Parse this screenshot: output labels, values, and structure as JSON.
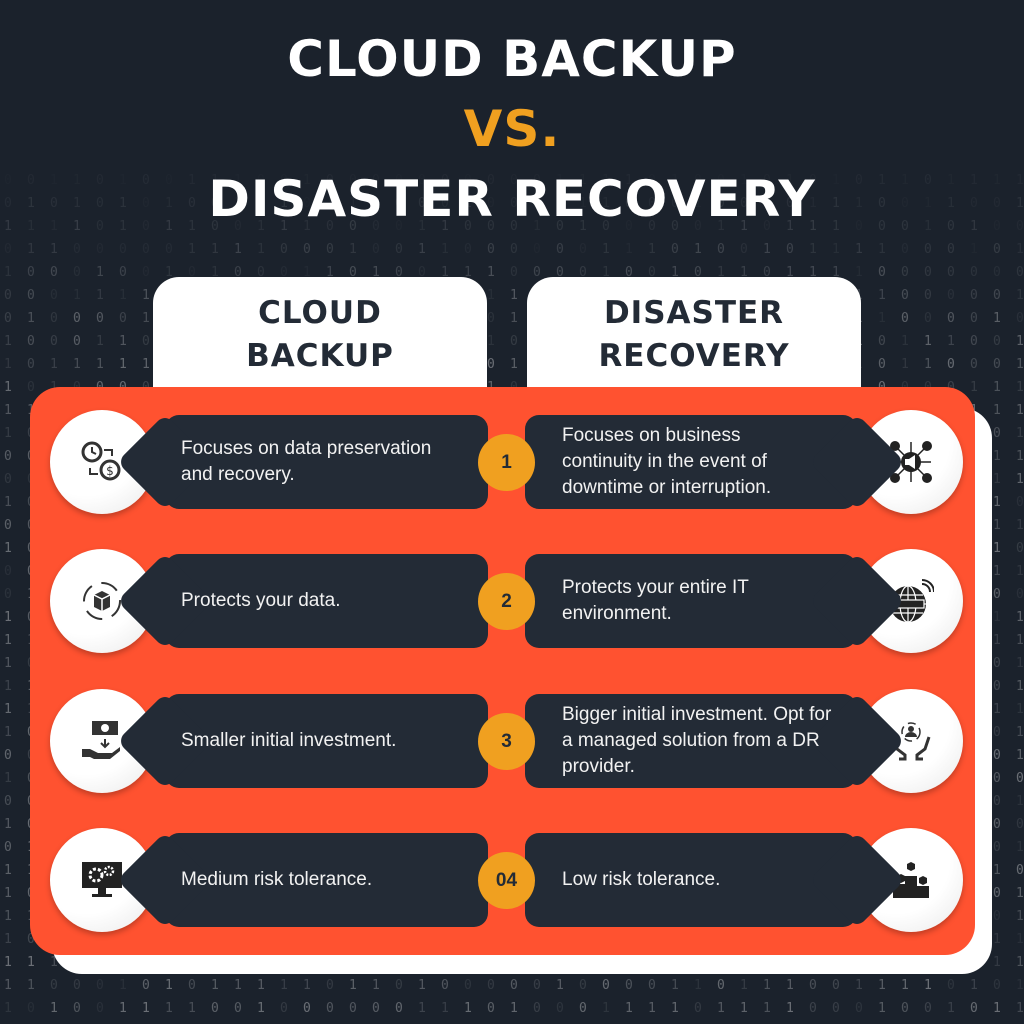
{
  "title": {
    "line1": "CLOUD BACKUP",
    "line2": "VS.",
    "line3": "DISASTER RECOVERY"
  },
  "colors": {
    "background": "#1b222c",
    "accent_orange": "#ff5230",
    "badge_gold": "#f0a020",
    "box_dark": "#232b36"
  },
  "columns": {
    "left": {
      "line1": "CLOUD",
      "line2": "BACKUP"
    },
    "right": {
      "line1": "DISASTER",
      "line2": "RECOVERY"
    }
  },
  "rows": [
    {
      "number": "1",
      "left": "Focuses on data preservation and recovery.",
      "right": "Focuses on business continuity in the event of downtime or interruption.",
      "left_icon": "time-money-exchange-icon",
      "right_icon": "marketing-network-icon"
    },
    {
      "number": "2",
      "left": "Protects your data.",
      "right": "Protects your entire IT environment.",
      "left_icon": "package-cycle-icon",
      "right_icon": "globe-search-icon"
    },
    {
      "number": "3",
      "left": "Smaller initial investment.",
      "right": "Bigger initial investment. Opt for a managed solution from a DR provider.",
      "left_icon": "cash-hand-icon",
      "right_icon": "hands-care-icon"
    },
    {
      "number": "04",
      "left": "Medium risk tolerance.",
      "right": "Low risk tolerance.",
      "left_icon": "monitor-gears-icon",
      "right_icon": "podium-blocks-icon"
    }
  ]
}
